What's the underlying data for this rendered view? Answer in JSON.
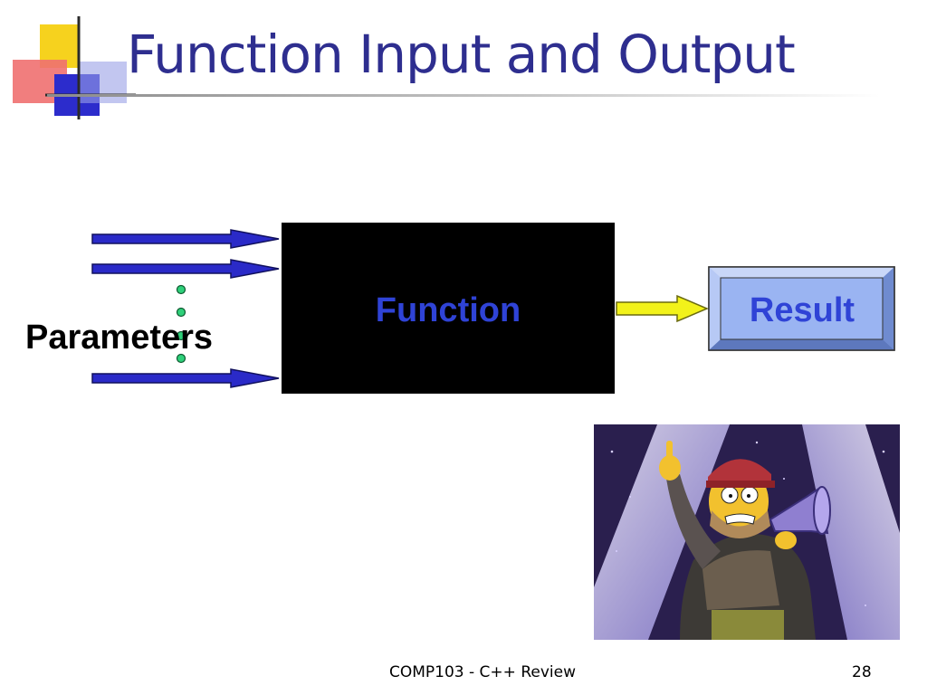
{
  "slide": {
    "title": "Function Input and Output"
  },
  "diagram": {
    "inputs_label": "Parameters",
    "process_label": "Function",
    "output_label": "Result",
    "input_arrow_count": 3,
    "colors": {
      "input_arrow": "#2a2ac8",
      "output_arrow": "#f2f21a",
      "process_box": "#000000",
      "result_box": "#9ab4f2",
      "label_blue": "#2f43d6",
      "dots": "#2fd07a",
      "title": "#2e2e8f"
    }
  },
  "image": {
    "icon": "cartoon-character-with-megaphone"
  },
  "footer": {
    "course": "COMP103 - C++ Review",
    "page_number": "28"
  }
}
